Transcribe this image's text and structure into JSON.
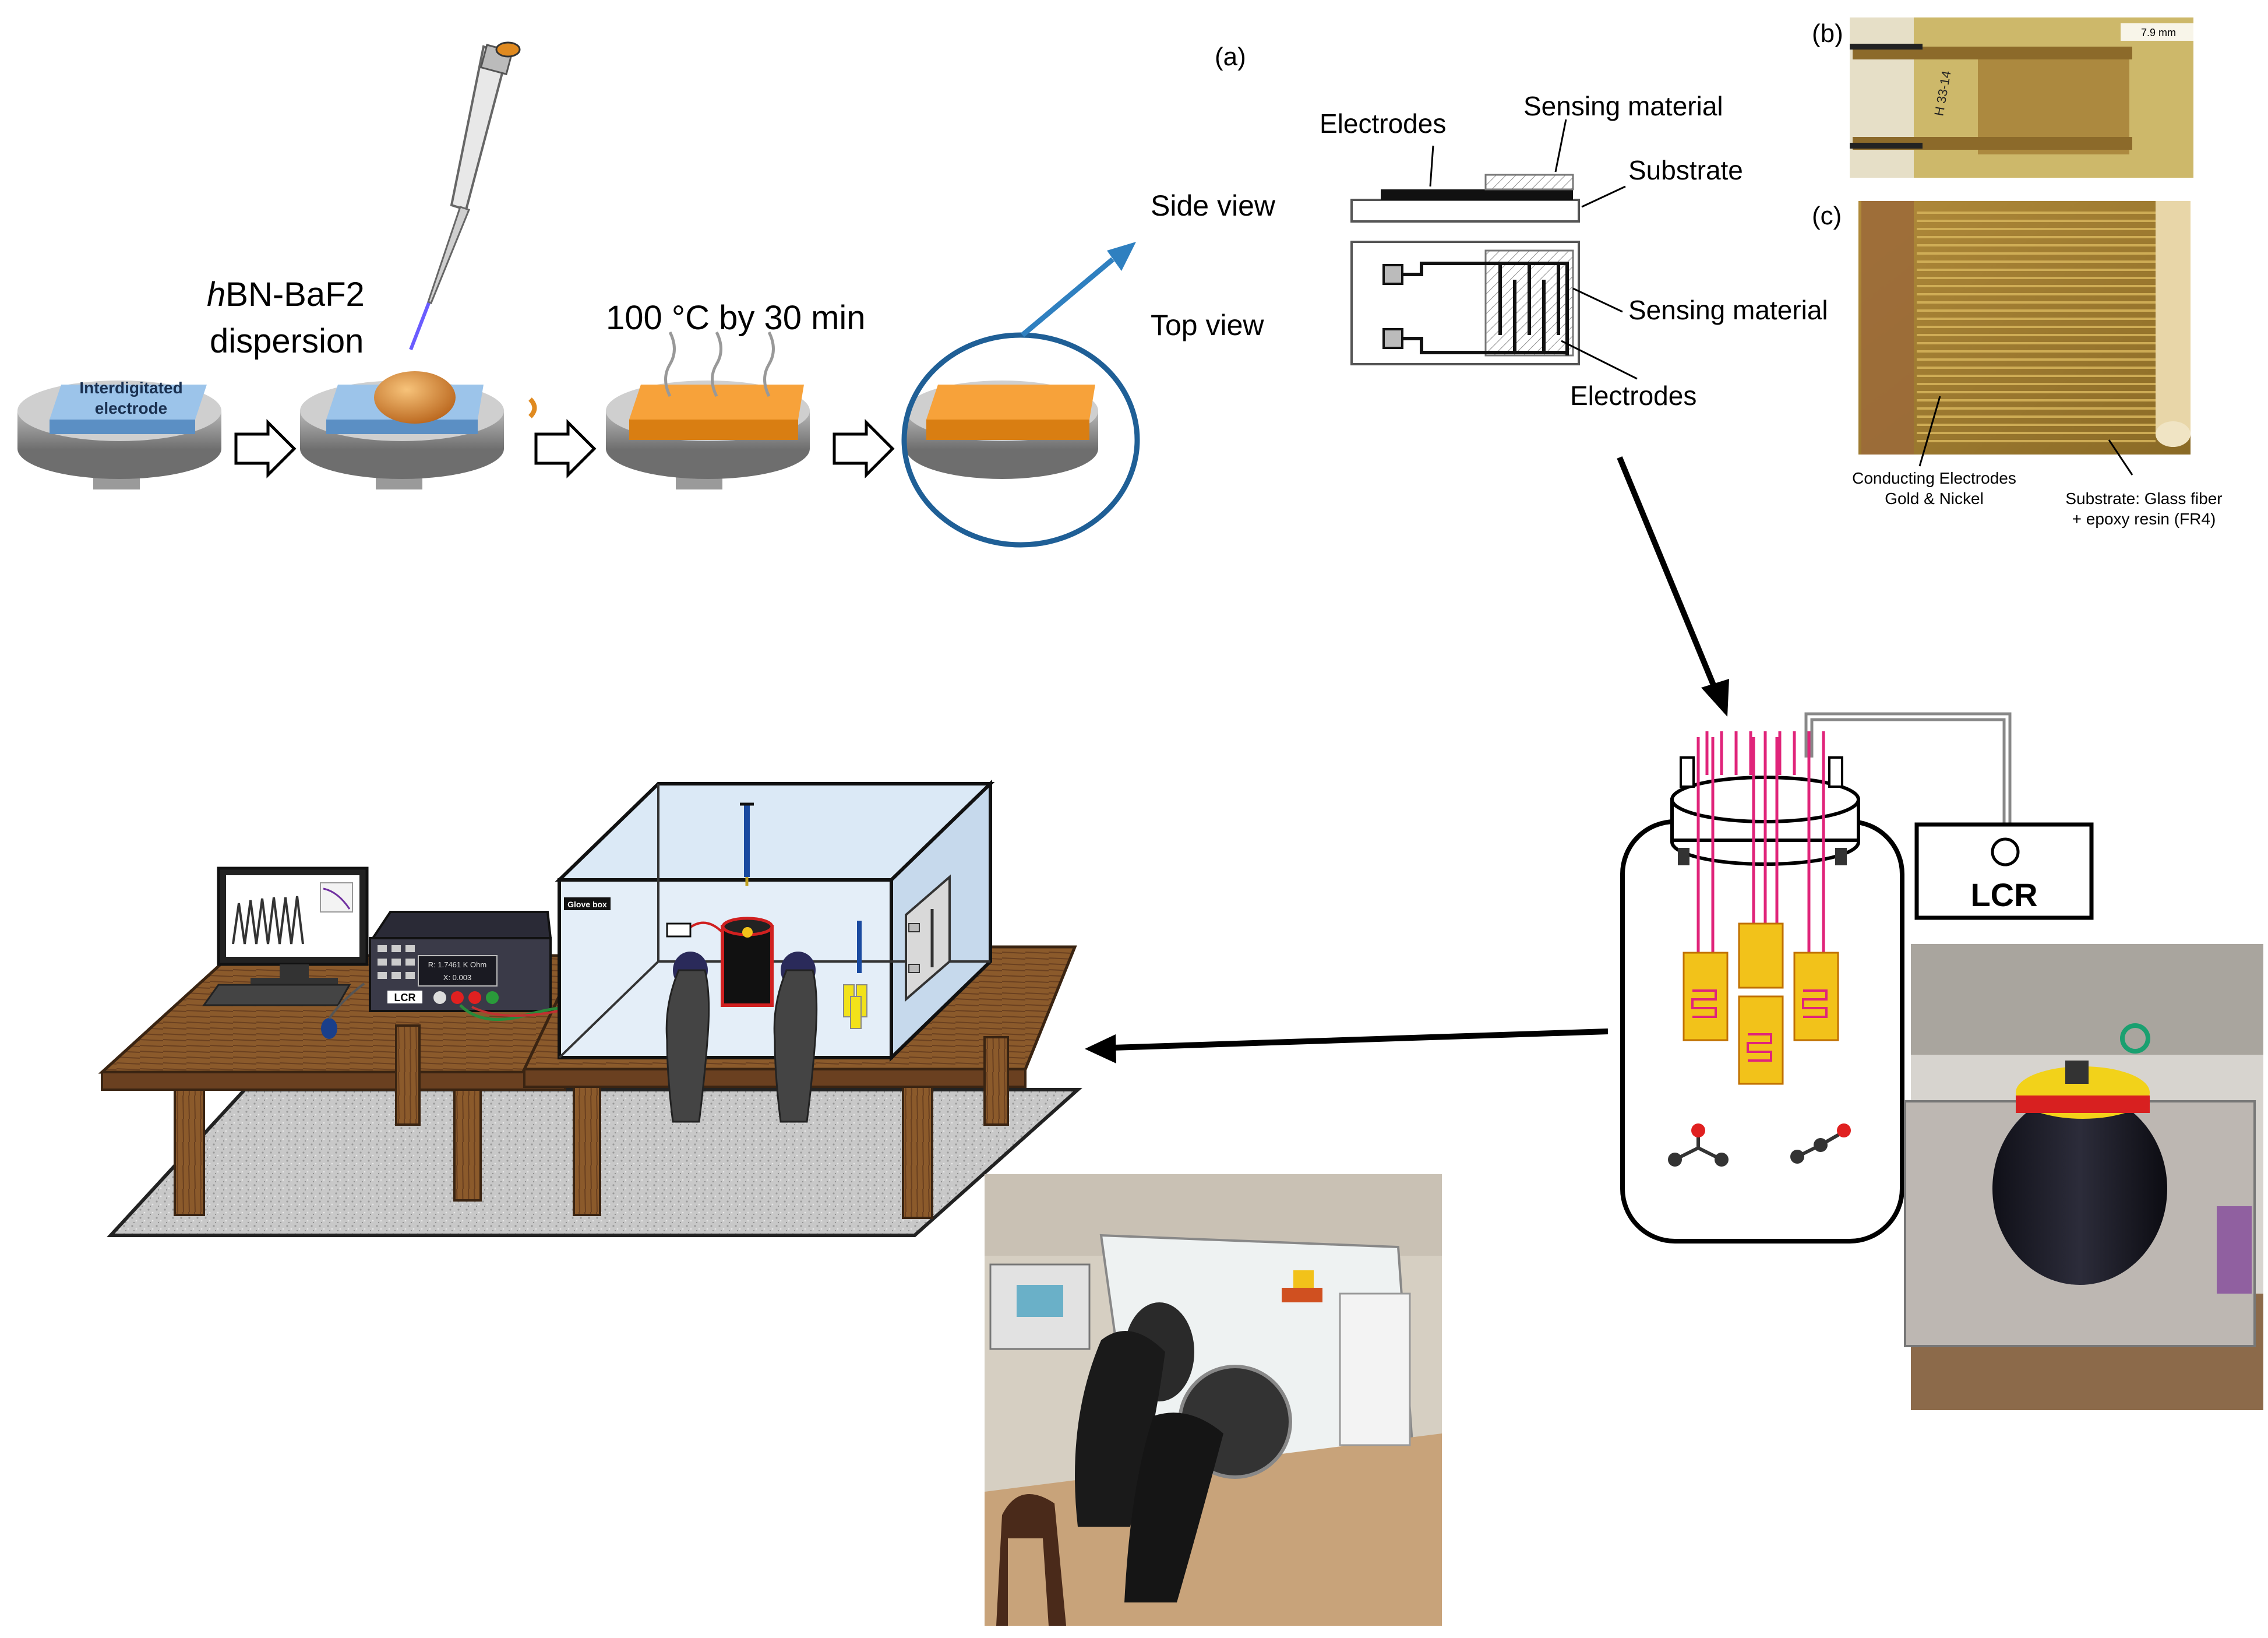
{
  "panel_labels": {
    "a": "(a)",
    "b": "(b)",
    "c": "(c)"
  },
  "process": {
    "electrode_label_line1": "Interdigitated",
    "electrode_label_line2": "electrode",
    "dispersion_prefix": "h",
    "dispersion_rest": "BN-BaF2",
    "dispersion_line2": "dispersion",
    "heating_label": "100 °C by 30 min",
    "side_view": "Side view",
    "top_view": "Top view"
  },
  "schematic": {
    "electrodes_top": "Electrodes",
    "sensing_material_top": "Sensing material",
    "substrate": "Substrate",
    "sensing_material_right": "Sensing material",
    "electrodes_bottom": "Electrodes"
  },
  "photo_b": {
    "scale_label": "7.9 mm",
    "code": "H 33-14"
  },
  "photo_c": {
    "caption_left_line1": "Conducting Electrodes",
    "caption_left_line2": "Gold & Nickel",
    "caption_right_line1": "Substrate: Glass fiber",
    "caption_right_line2": "+ epoxy resin (FR4)"
  },
  "setup": {
    "lcr_box": "LCR",
    "glove_box_label": "Glove box",
    "meter_label": "LCR",
    "meter_display_line1": "R: 1.7461 K Ohm",
    "meter_display_line2": "X: 0.003"
  },
  "colors": {
    "arrow_blue": "#2f80c0",
    "circle_blue": "#1f5f96",
    "electrode_blue": "#6fa8dc",
    "film_orange": "#f5951f",
    "droplet": "#d9822b",
    "wire_pink": "#e0247a",
    "sensor_yellow": "#f2c21a",
    "table_wood": "#8b5a2b"
  }
}
